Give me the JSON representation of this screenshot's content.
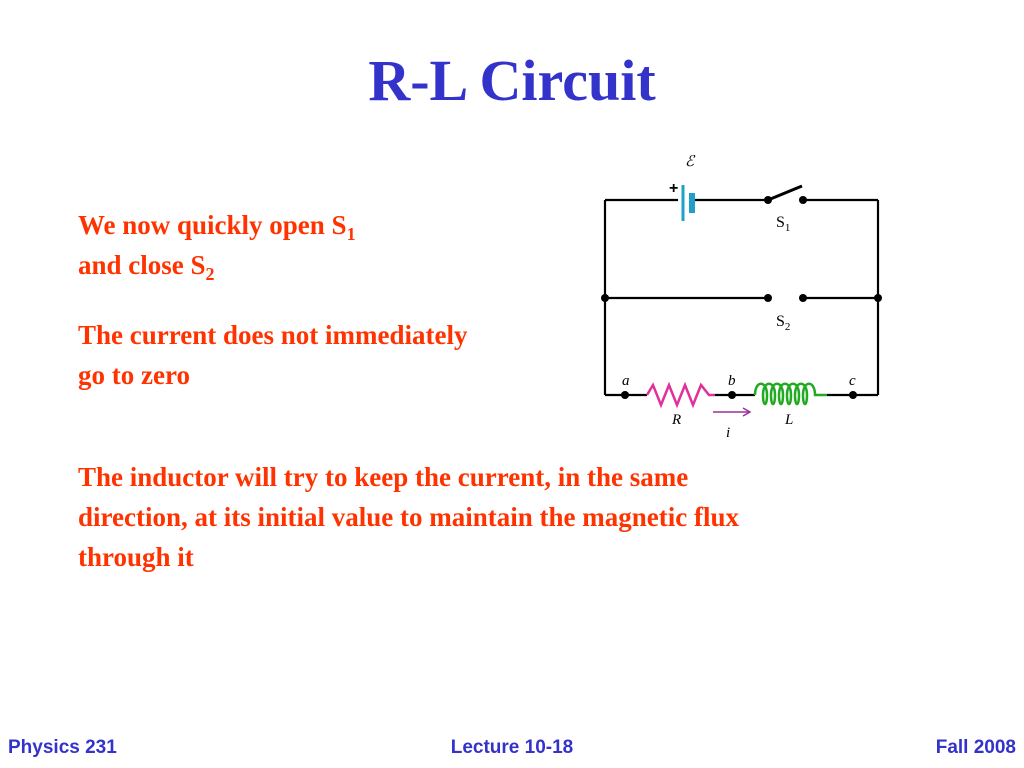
{
  "slide": {
    "title": "R-L Circuit",
    "paragraph1": {
      "line1_text": "We now quickly open S",
      "line1_sub": "1",
      "line2_text": "and close S",
      "line2_sub": "2"
    },
    "paragraph2": {
      "line1": "The current does not immediately",
      "line2": "go to zero"
    },
    "paragraph3": {
      "line1": "The inductor will try to keep the current, in the same",
      "line2": "direction, at its initial value to maintain the magnetic flux",
      "line3": "through it"
    }
  },
  "circuit": {
    "emf_symbol": "ℰ",
    "plus_sign": "+",
    "switch1": {
      "base": "S",
      "sub": "1"
    },
    "switch2": {
      "base": "S",
      "sub": "2"
    },
    "node_a": "a",
    "node_b": "b",
    "node_c": "c",
    "resistor_label": "R",
    "inductor_label": "L",
    "current_label": "i"
  },
  "footer": {
    "left": "Physics 231",
    "center": "Lecture 10-18",
    "right": "Fall 2008"
  },
  "colors": {
    "title": "#3333cc",
    "body_text": "#ff3300",
    "footer": "#3333cc",
    "battery": "#1fa0c8",
    "resistor": "#e0309a",
    "inductor": "#22aa22",
    "current_arrow": "#993399"
  }
}
